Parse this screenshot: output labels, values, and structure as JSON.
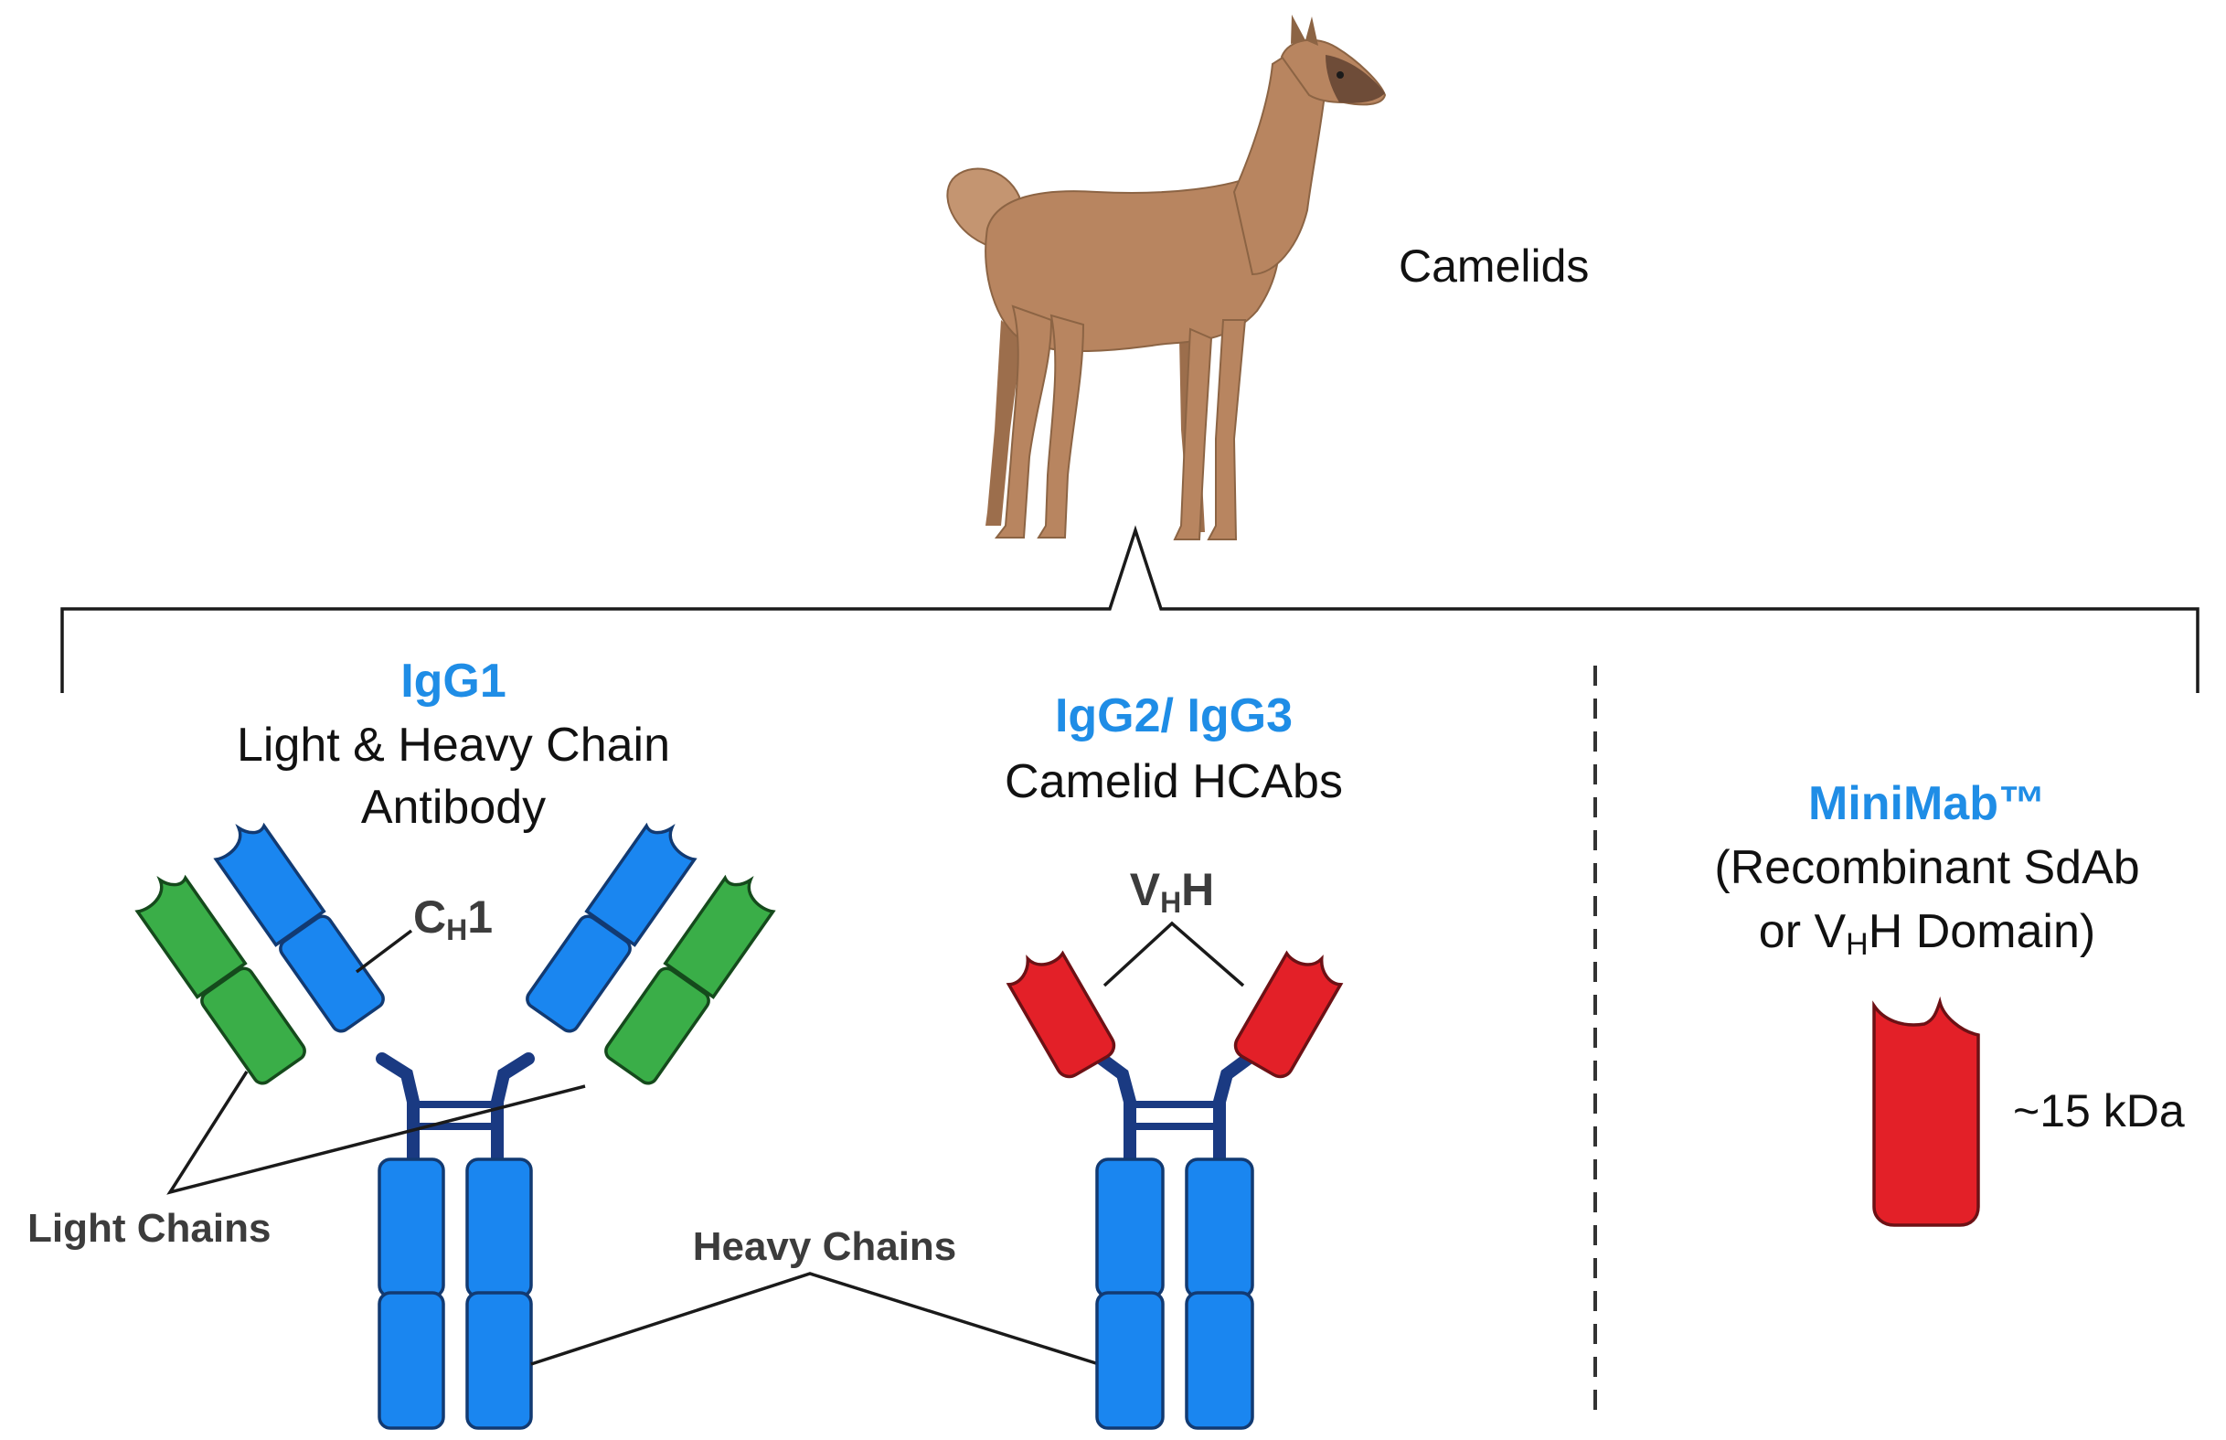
{
  "labels": {
    "camelids": "Camelids",
    "igg1_title": "IgG1",
    "igg1_sub1": "Light & Heavy Chain",
    "igg1_sub2": "Antibody",
    "igg23_title": "IgG2/ IgG3",
    "igg23_sub": "Camelid HCAbs",
    "minimab_title": "MiniMab™",
    "minimab_sub1": "(Recombinant SdAb",
    "minimab_sub2_pre": "or V",
    "minimab_sub2_sub": "H",
    "minimab_sub2_post": "H Domain)",
    "ch1_c": "C",
    "ch1_sub": "H",
    "ch1_post": "1",
    "vhh_v": "V",
    "vhh_sub": "H",
    "vhh_post": "H",
    "light_chains": "Light Chains",
    "heavy_chains": "Heavy Chains",
    "mass": "~15 kDa"
  },
  "colors": {
    "accent_blue_text": "#1f8de6",
    "heavy_chain_blue": "#1a86f0",
    "light_chain_green": "#3aae48",
    "vhh_red": "#e32028",
    "llama_brown": "#b88560"
  },
  "icons": {
    "animal": "llama-icon"
  }
}
